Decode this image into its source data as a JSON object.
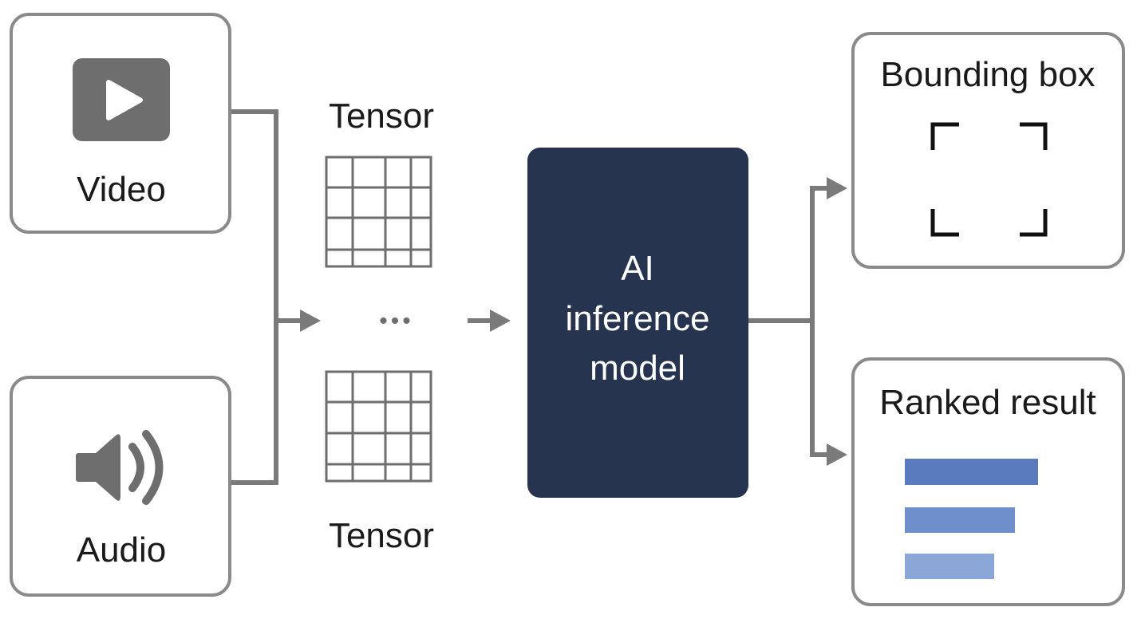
{
  "colors": {
    "background": "#ffffff",
    "box_border": "#8a8a8a",
    "connector": "#7a7a7a",
    "icon_gray": "#6e6e6e",
    "model_fill": "#26344f",
    "model_text": "#ffffff",
    "text": "#1a1a1a",
    "bar_1": "#5b7bbf",
    "bar_2": "#6f8fcc",
    "bar_3": "#8aa7d8"
  },
  "inputs": {
    "video": {
      "label": "Video",
      "icon": "play-icon"
    },
    "audio": {
      "label": "Audio",
      "icon": "speaker-icon"
    }
  },
  "tensors": {
    "top_label": "Tensor",
    "bottom_label": "Tensor",
    "ellipsis": "•••"
  },
  "model": {
    "line1": "AI",
    "line2": "inference",
    "line3": "model"
  },
  "outputs": {
    "bounding_box": {
      "title": "Bounding box",
      "icon": "bounding-box-corners-icon"
    },
    "ranked_result": {
      "title": "Ranked result",
      "icon": "ranked-bars-icon",
      "bar_levels": [
        1.0,
        0.83,
        0.67
      ]
    }
  }
}
